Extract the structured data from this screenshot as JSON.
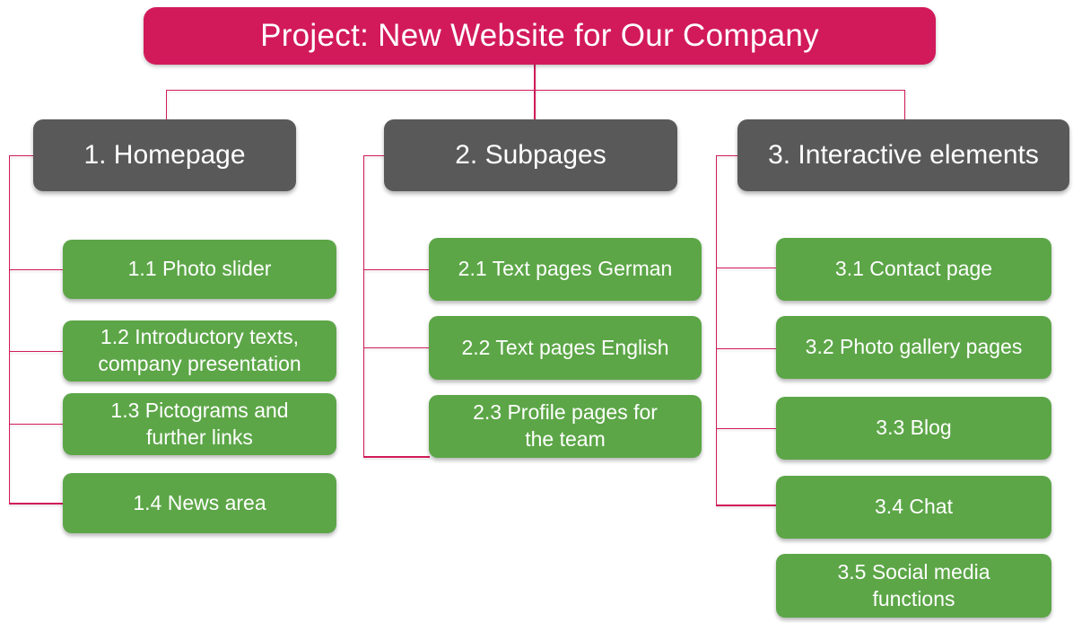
{
  "banner": {
    "title_underlined": "Project",
    "title_rest": ": New Website for Our Company"
  },
  "columns": [
    {
      "header": "1. Homepage",
      "children": [
        "1.1 Photo slider",
        "1.2 Introductory texts,\ncompany presentation",
        "1.3 Pictograms and\nfurther links",
        "1.4 News area"
      ]
    },
    {
      "header": "2. Subpages",
      "children": [
        "2.1 Text pages German",
        "2.2 Text pages English",
        "2.3 Profile pages for\nthe team"
      ]
    },
    {
      "header": "3. Interactive elements",
      "children": [
        "3.1 Contact page",
        "3.2 Photo gallery pages",
        "3.3 Blog",
        "3.4 Chat",
        "3.5 Social media\nfunctions"
      ]
    }
  ],
  "colors": {
    "banner_background": "#D21A5B",
    "header_background": "#595959",
    "node_background": "#5CA647",
    "connector": "#D21A5B",
    "text": "#FFFFFF"
  }
}
